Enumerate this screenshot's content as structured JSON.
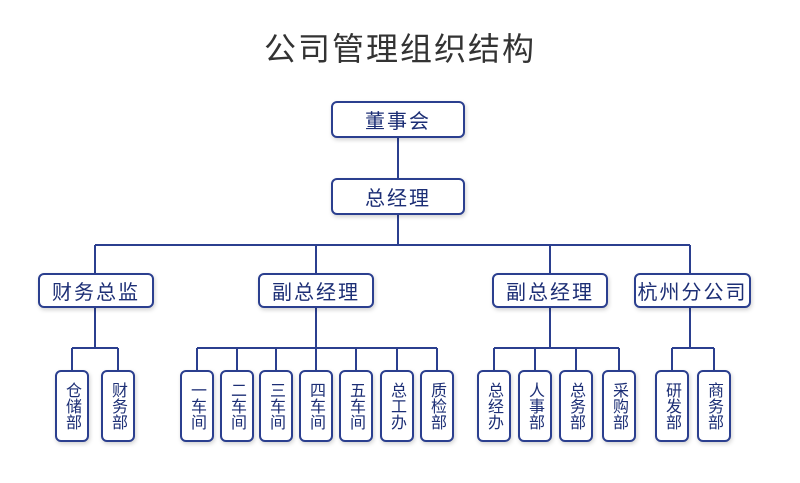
{
  "title": "公司管理组织结构",
  "colors": {
    "line": "#2b3f8f",
    "box_border": "#2b3f8f",
    "text": "#1c2e75",
    "title": "#333333"
  },
  "nodes": {
    "board": "董事会",
    "gm": "总经理",
    "cfo": "财务总监",
    "vp1": "副总经理",
    "vp2": "副总经理",
    "branch": "杭州分公司"
  },
  "departments": {
    "cfo": [
      "仓储部",
      "财务部"
    ],
    "vp1": [
      "一车间",
      "二车间",
      "三车间",
      "四车间",
      "五车间",
      "总工办",
      "质检部"
    ],
    "vp2": [
      "总经办",
      "人事部",
      "总务部",
      "采购部"
    ],
    "branch": [
      "研发部",
      "商务部"
    ]
  }
}
